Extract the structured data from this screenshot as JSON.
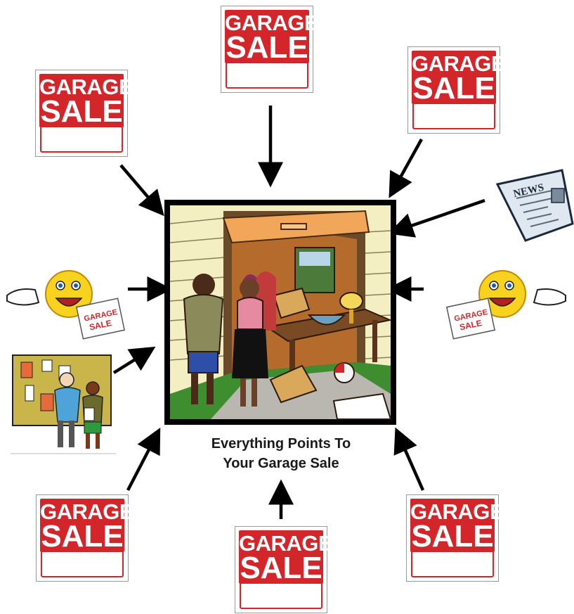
{
  "caption": {
    "line1": "Everything Points To",
    "line2": "Your Garage Sale"
  },
  "sign": {
    "line1": "GARAGE",
    "line2": "SALE"
  },
  "sign_hand": {
    "line1": "GARAGE",
    "line2": "SALE"
  },
  "newspaper": {
    "label": "NEWS"
  },
  "colors": {
    "sign_red": "#d3262b",
    "arrow": "#000000",
    "frame": "#000000",
    "smiley_yellow": "#f7d21e"
  },
  "icons": [
    "garage-sale-sign",
    "newspaper-icon",
    "smiley-pointing-icon",
    "bulletin-board-icon",
    "garage-scene-illustration"
  ]
}
